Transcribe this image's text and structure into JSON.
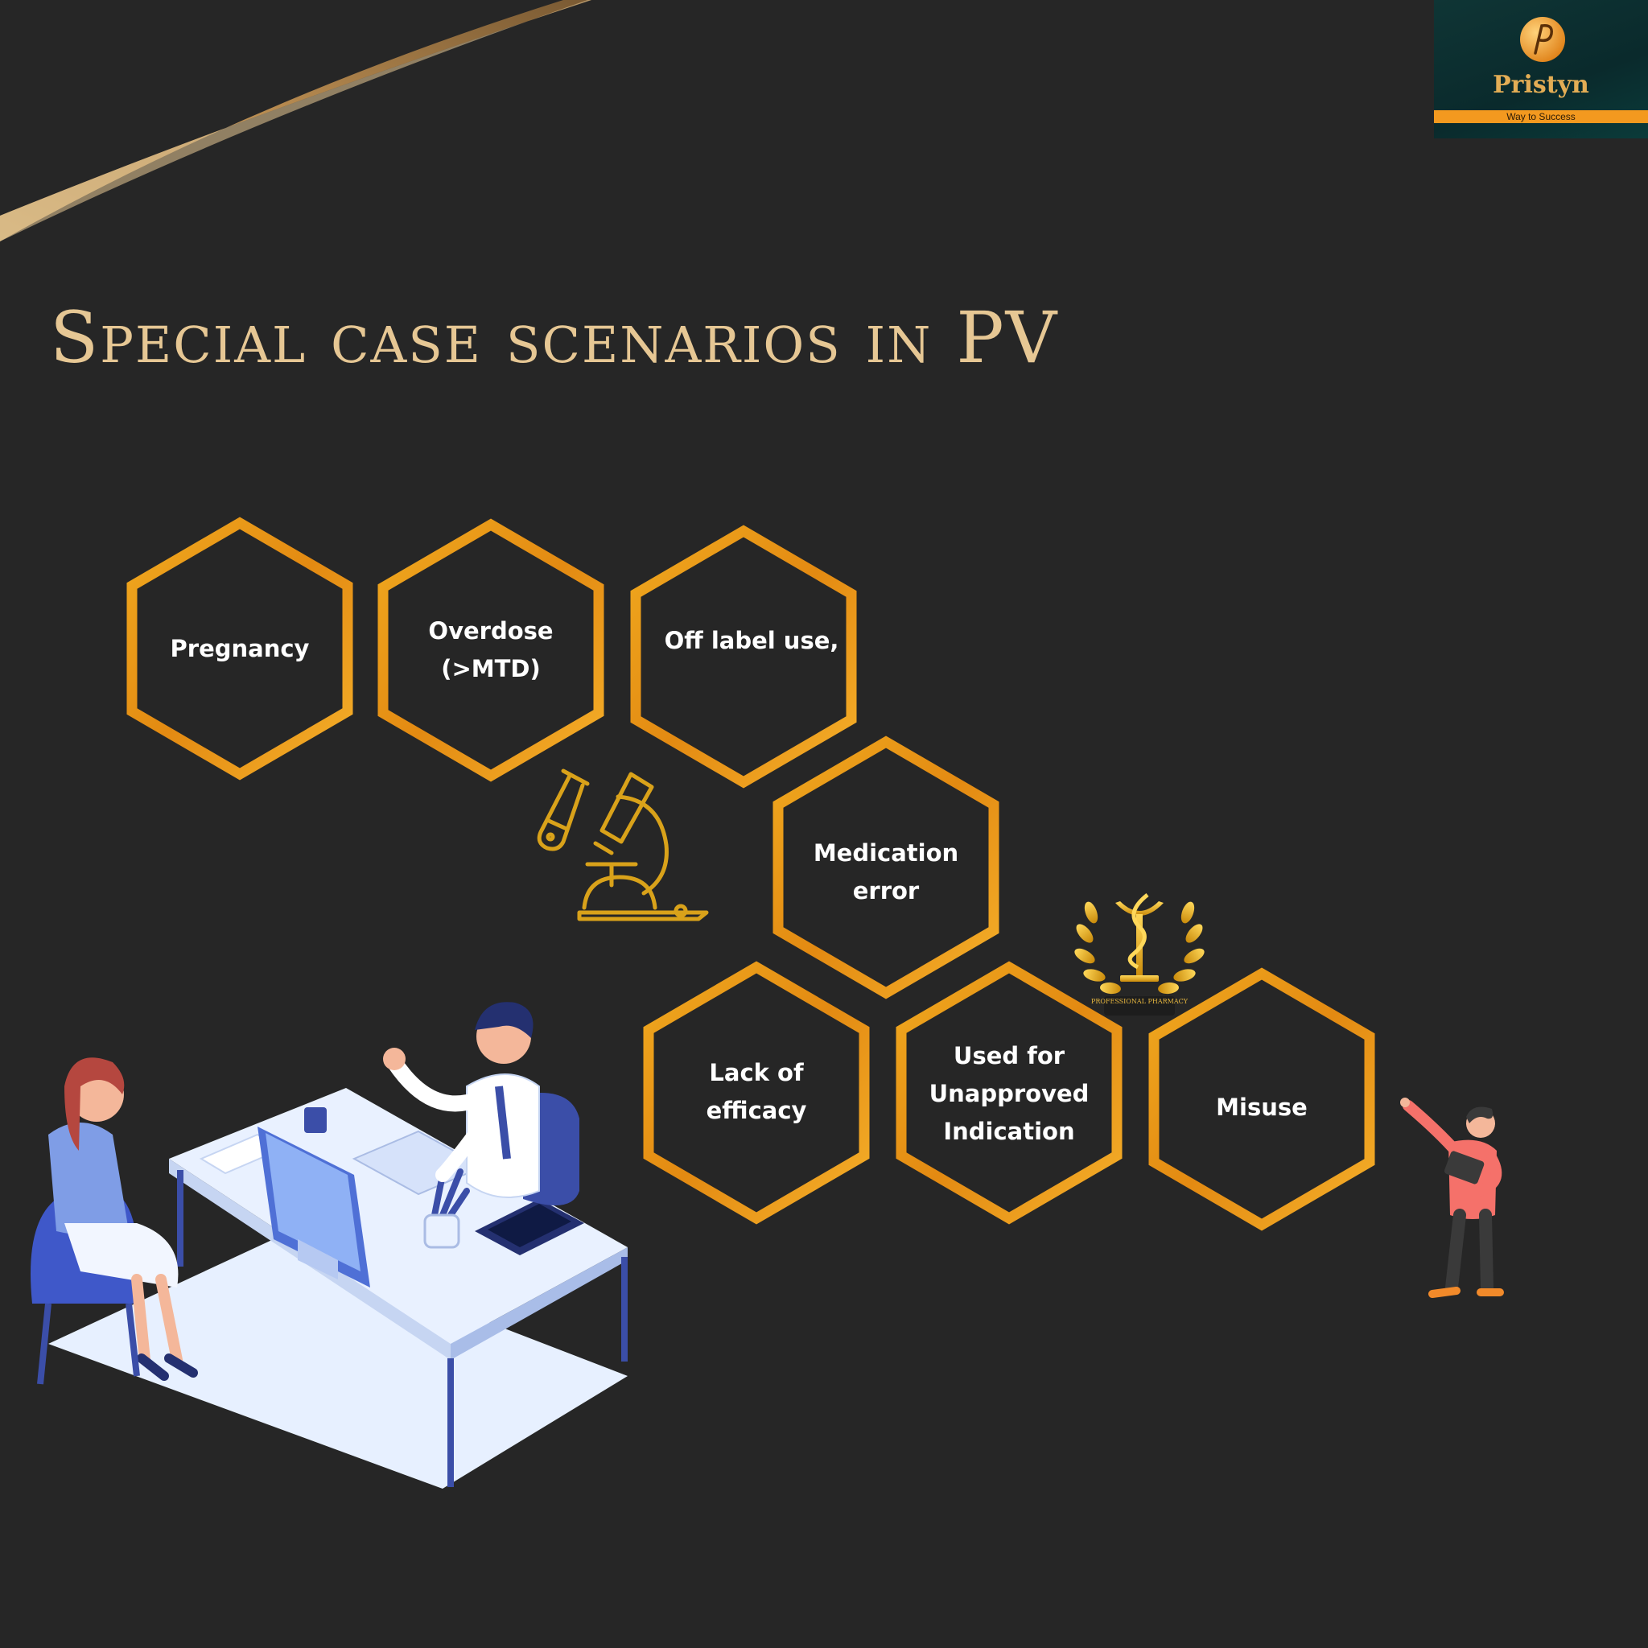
{
  "slide": {
    "title": "Special case scenarios in PV",
    "background_color": "#262626",
    "accent_color": "#f3a11f",
    "title_color": "#e6c794"
  },
  "logo": {
    "name": "Pristyn",
    "tagline": "Way to Success"
  },
  "scenarios": [
    "Pregnancy",
    "Overdose\n(>MTD)",
    "Off label use,",
    "Medication\nerror",
    "Lack of\nefficacy",
    "Used for\nUnapproved\nIndication",
    "Misuse"
  ],
  "badge": {
    "text": "PROFESSIONAL PHARMACY"
  },
  "icons": {
    "lab": "microscope-icon",
    "badge": "pharmacy-laurel-badge-icon",
    "consultation": "doctor-consultation-illustration",
    "presenter": "presenter-illustration"
  }
}
